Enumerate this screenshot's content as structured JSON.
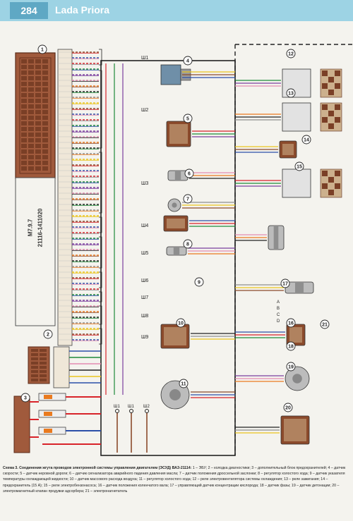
{
  "header": {
    "page_number": "284",
    "running_title": "Lada Priora"
  },
  "ecu": {
    "model": "M7.9.7",
    "part_number": "21116-1411020"
  },
  "component_numbers": [
    "1",
    "2",
    "3",
    "4",
    "5",
    "6",
    "7",
    "8",
    "9",
    "10",
    "11",
    "12",
    "13",
    "14",
    "15",
    "16",
    "17",
    "18",
    "19",
    "20",
    "21"
  ],
  "connector_labels": [
    "Ш1",
    "Ш2",
    "Ш3",
    "Ш4",
    "Ш5",
    "Ш6",
    "Ш7",
    "Ш8",
    "Ш9"
  ],
  "pin_letters": [
    "A",
    "B",
    "C",
    "D"
  ],
  "ground_labels": [
    "Ш1",
    "Ш1",
    "Ш2"
  ],
  "colors": {
    "brown": "#8b4a2b",
    "red": "#d8232a",
    "blue": "#2b4fa8",
    "green": "#1f8a3a",
    "violet": "#7b3f9e",
    "pink": "#e48bb0",
    "orange": "#e97a1f",
    "yellow": "#e9c51f",
    "black": "#222222",
    "grey": "#8e8e8e",
    "white": "#ffffff",
    "header_bar": "#9dd3e4",
    "page_tab": "#5fa8c4"
  },
  "caption": {
    "title": "Схема 3. Соединения жгута проводов электронной системы управления двигателем (ЭСУД) ВАЗ-21114:",
    "text": "1 – ЭБУ; 2 – колодка диагностики; 3 – дополнительный блок предохранителей; 4 – датчик скорости; 5 – датчик неровной дороги; 6 – датчик сигнализатора аварийного падения давления масла; 7 – датчик положения дроссельной заслонки; 8 – регулятор холостого хода; 9 – датчик указателя температуры охлаждающей жидкости; 10 – датчик массового расхода воздуха; 11 – регулятор холостого хода; 12 – реле электровентилятора системы охлаждения; 13 – реле зажигания; 14 – предохранитель (15 А); 15 – реле электробензонасоса; 16 – датчик положения коленчатого вала; 17 – управляющий датчик концентрации кислорода; 18 – датчик фазы; 19 – датчик детонации; 20 – электромагнитный клапан продувки адсорбера; 21 – электронагнетатель"
  }
}
